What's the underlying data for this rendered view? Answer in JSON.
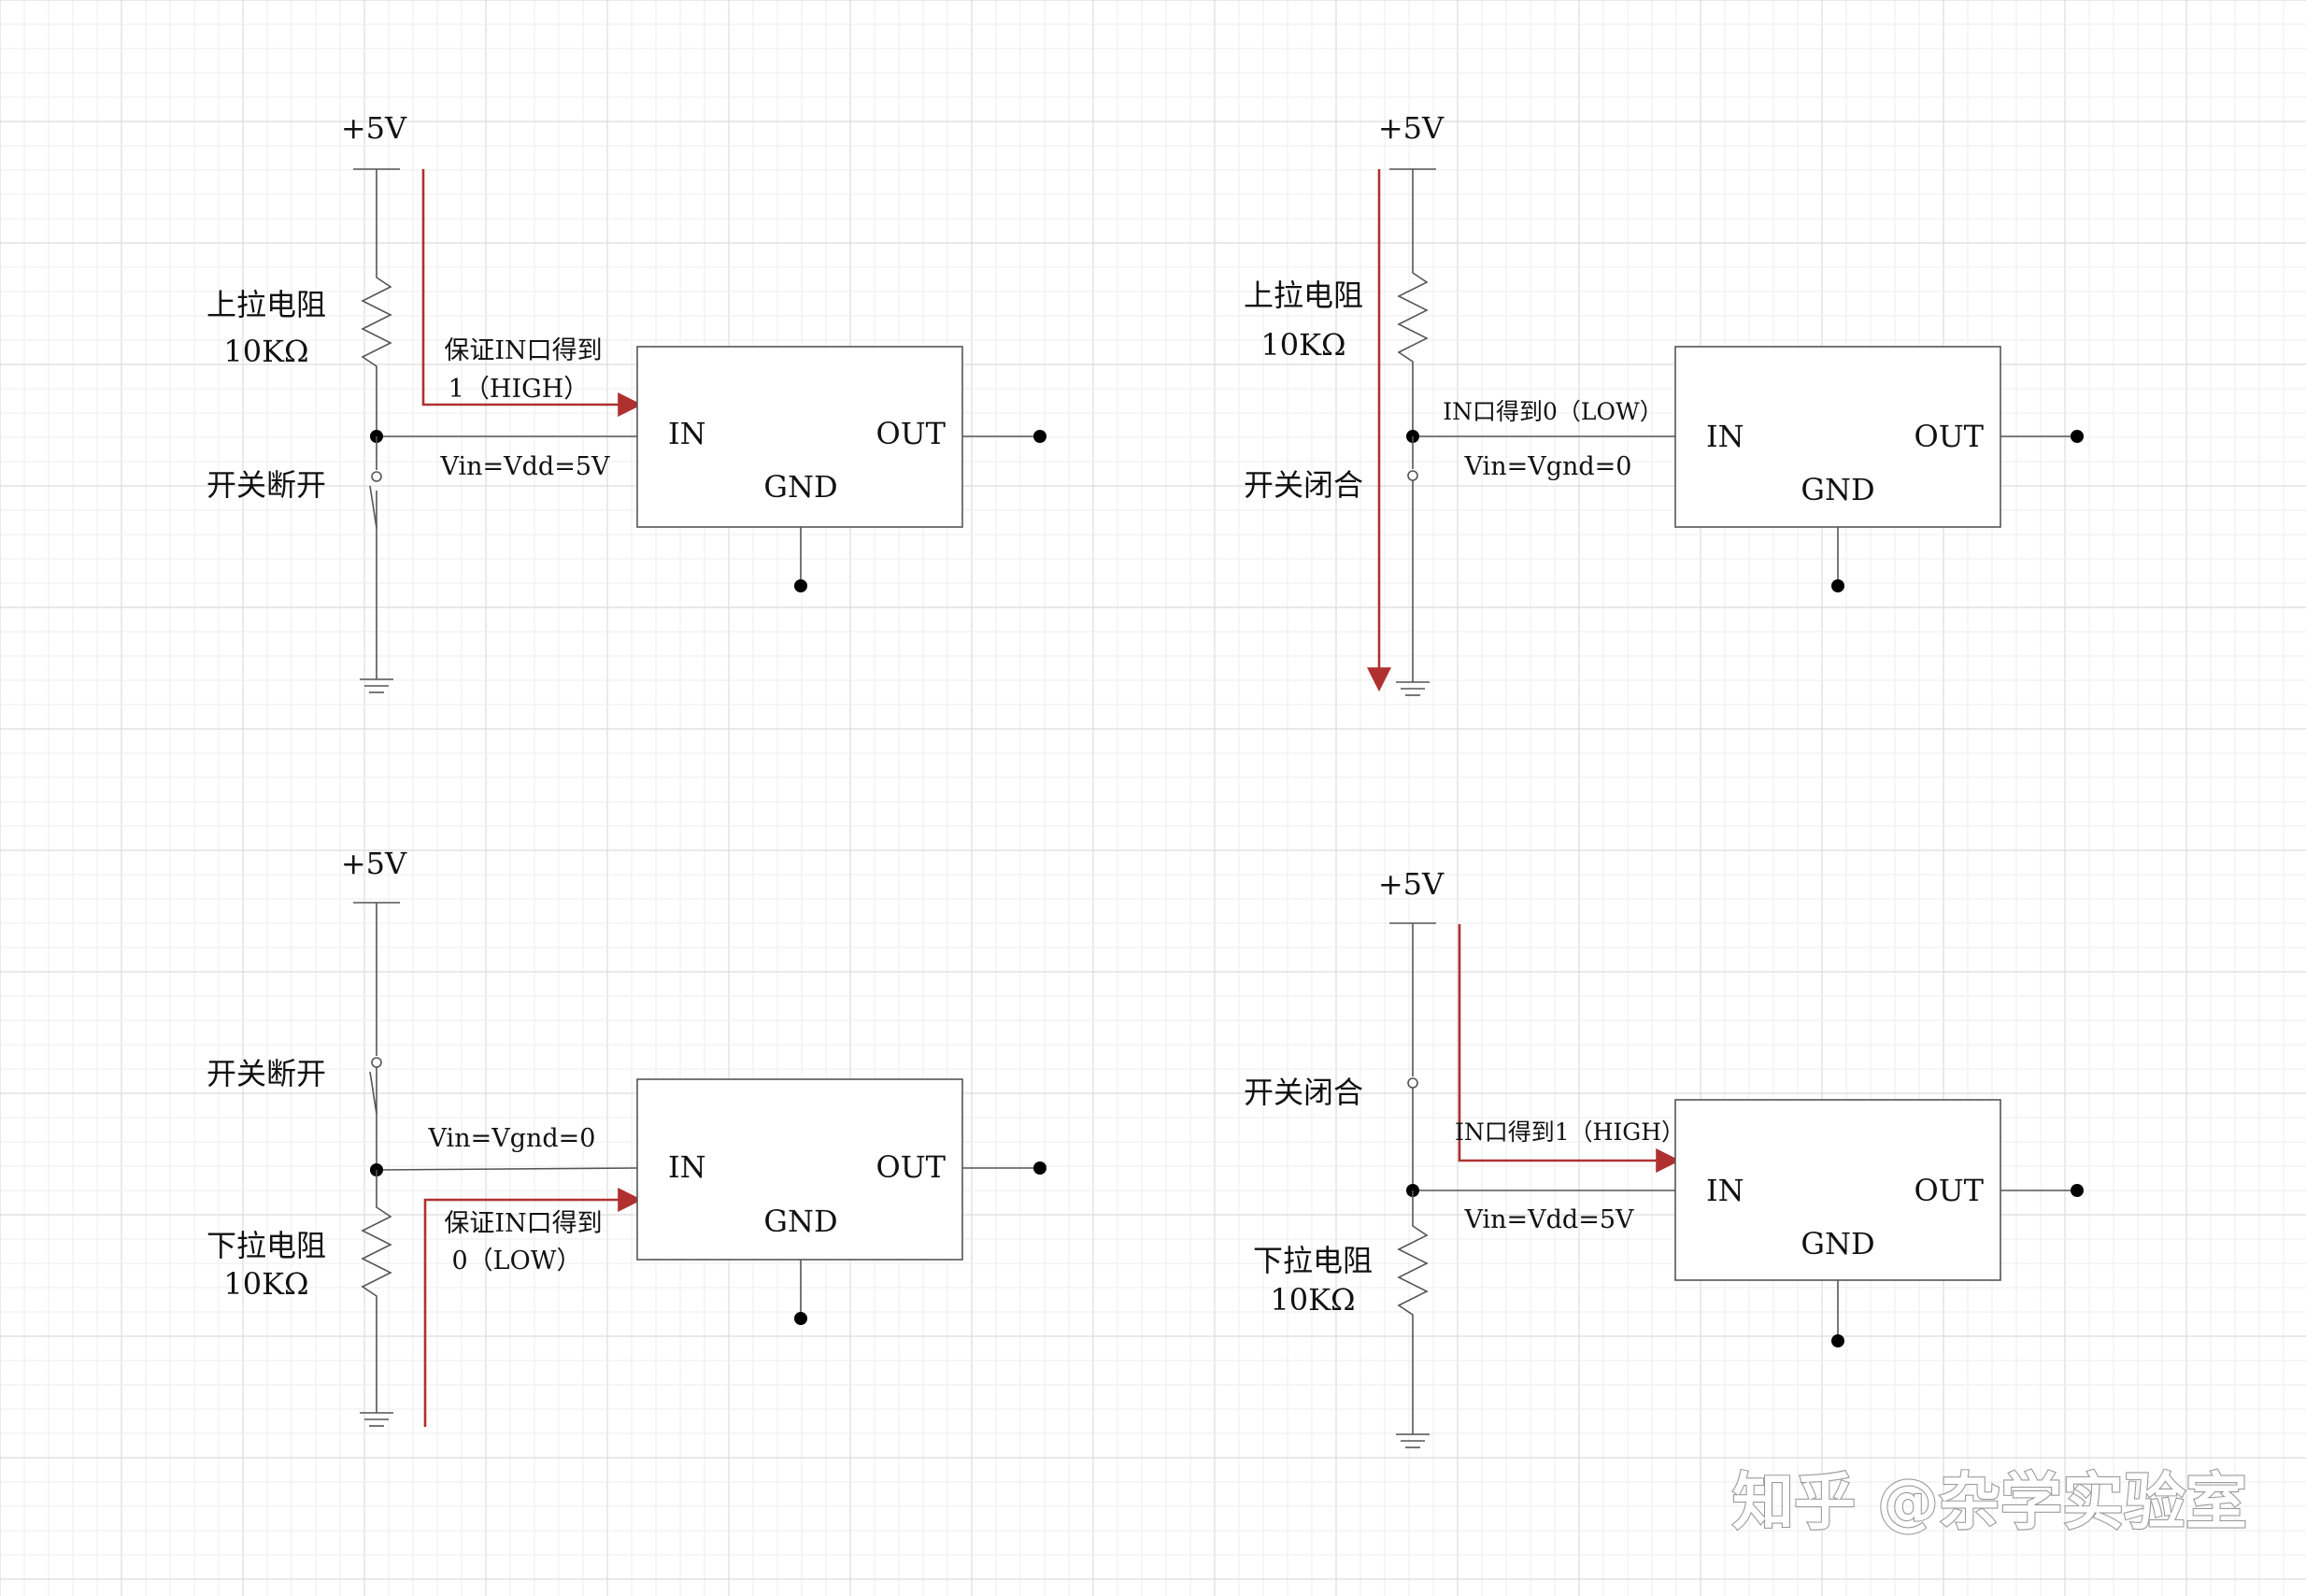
{
  "watermark": "知乎 @杂学实验室",
  "circuits": [
    {
      "supply": "+5V",
      "resistor_label": "上拉电阻",
      "resistor_value": "10KΩ",
      "switch_label": "开关断开",
      "note1": "保证IN口得到",
      "note2": "1（HIGH）",
      "vin": "Vin=Vdd=5V",
      "in": "IN",
      "out": "OUT",
      "gnd": "GND"
    },
    {
      "supply": "+5V",
      "resistor_label": "上拉电阻",
      "resistor_value": "10KΩ",
      "switch_label": "开关闭合",
      "note1": "IN口得到0（LOW）",
      "vin": "Vin=Vgnd=0",
      "in": "IN",
      "out": "OUT",
      "gnd": "GND"
    },
    {
      "supply": "+5V",
      "switch_label": "开关断开",
      "resistor_label": "下拉电阻",
      "resistor_value": "10KΩ",
      "vin": "Vin=Vgnd=0",
      "note1": "保证IN口得到",
      "note2": "0（LOW）",
      "in": "IN",
      "out": "OUT",
      "gnd": "GND"
    },
    {
      "supply": "+5V",
      "switch_label": "开关闭合",
      "resistor_label": "下拉电阻",
      "resistor_value": "10KΩ",
      "note1": "IN口得到1（HIGH）",
      "vin": "Vin=Vdd=5V",
      "in": "IN",
      "out": "OUT",
      "gnd": "GND"
    }
  ]
}
